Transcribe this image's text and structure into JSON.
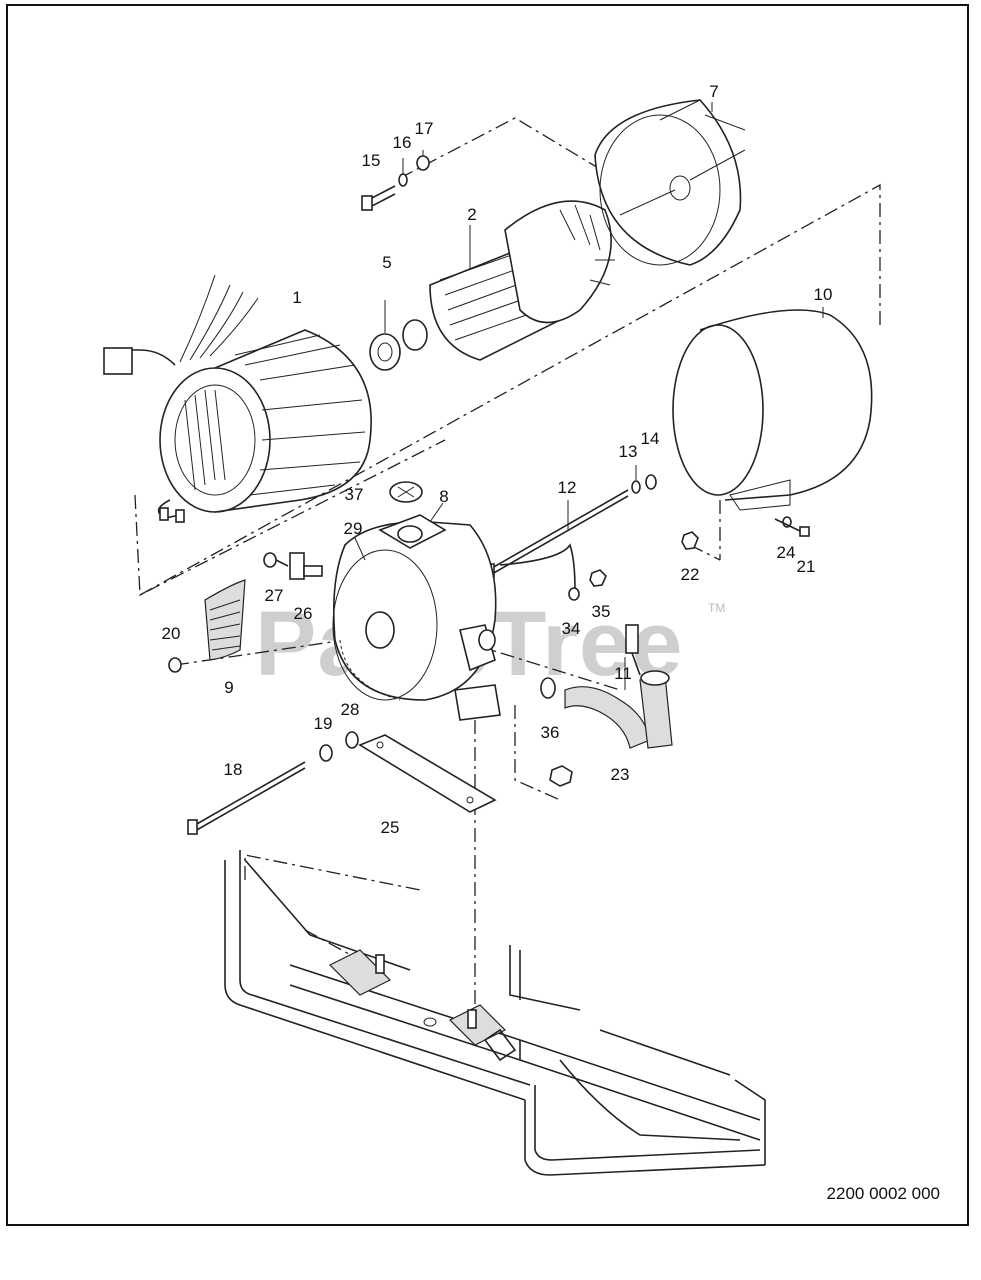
{
  "diagram": {
    "watermark": "PartsTree",
    "watermark_tm": "TM",
    "drawing_number": "2200 0002 000",
    "callouts": [
      {
        "id": "c1",
        "text": "1"
      },
      {
        "id": "c2",
        "text": "2"
      },
      {
        "id": "c5",
        "text": "5"
      },
      {
        "id": "c7",
        "text": "7"
      },
      {
        "id": "c8",
        "text": "8"
      },
      {
        "id": "c9",
        "text": "9"
      },
      {
        "id": "c10",
        "text": "10"
      },
      {
        "id": "c11",
        "text": "11"
      },
      {
        "id": "c12",
        "text": "12"
      },
      {
        "id": "c13",
        "text": "13"
      },
      {
        "id": "c14",
        "text": "14"
      },
      {
        "id": "c15",
        "text": "15"
      },
      {
        "id": "c16",
        "text": "16"
      },
      {
        "id": "c17",
        "text": "17"
      },
      {
        "id": "c18",
        "text": "18"
      },
      {
        "id": "c19",
        "text": "19"
      },
      {
        "id": "c20",
        "text": "20"
      },
      {
        "id": "c21",
        "text": "21"
      },
      {
        "id": "c22",
        "text": "22"
      },
      {
        "id": "c23",
        "text": "23"
      },
      {
        "id": "c24",
        "text": "24"
      },
      {
        "id": "c25",
        "text": "25"
      },
      {
        "id": "c26",
        "text": "26"
      },
      {
        "id": "c27",
        "text": "27"
      },
      {
        "id": "c28",
        "text": "28"
      },
      {
        "id": "c29",
        "text": "29"
      },
      {
        "id": "c34",
        "text": "34"
      },
      {
        "id": "c35",
        "text": "35"
      },
      {
        "id": "c36",
        "text": "36"
      },
      {
        "id": "c37",
        "text": "37"
      }
    ]
  }
}
